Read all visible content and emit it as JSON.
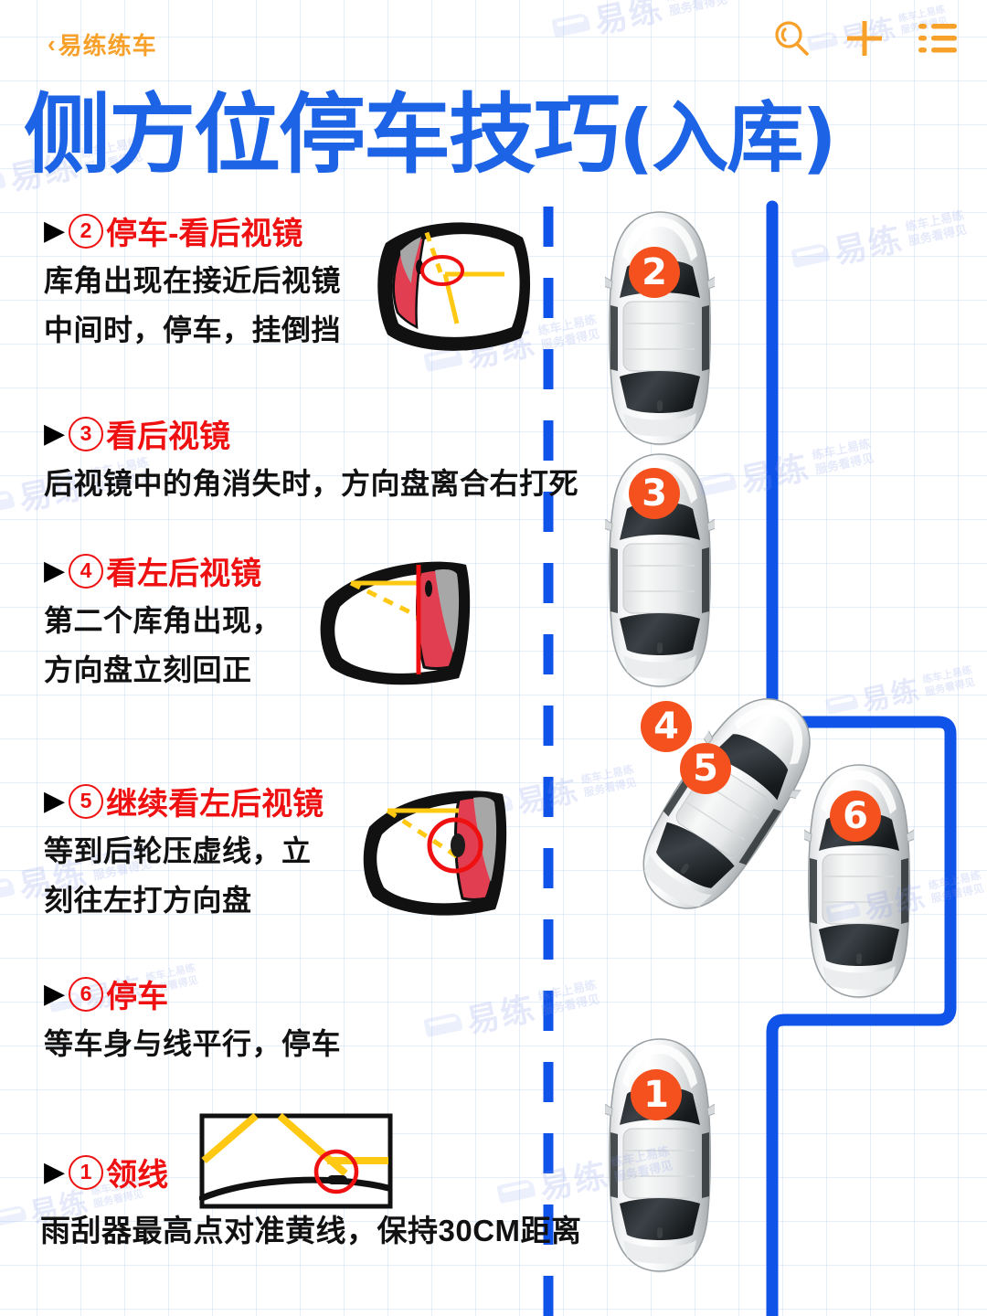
{
  "header": {
    "back_label": "易练练车",
    "back_chevron": "‹",
    "icons": [
      {
        "name": "search-icon",
        "glyph": "search"
      },
      {
        "name": "plus-icon",
        "glyph": "plus"
      },
      {
        "name": "menu-list-icon",
        "glyph": "list"
      }
    ],
    "accent_color": "#f7a02a"
  },
  "title": {
    "main": "侧方位停车技巧",
    "suffix": "(入库)",
    "color": "#1d63e6"
  },
  "colors": {
    "step_title_red": "#ef1111",
    "body_black": "#111111",
    "badge_orange": "#f4511e",
    "line_blue": "#1053e8",
    "grid_blue": "#aac8eb",
    "mirror_red": "#e23e52",
    "guide_yellow": "#ffc812"
  },
  "steps": [
    {
      "num": "②",
      "title": "停车-看后视镜",
      "body": "库角出现在接近后视镜\n中间时，停车，挂倒挡"
    },
    {
      "num": "③",
      "title": "看后视镜",
      "body": "后视镜中的角消失时，方向盘离合右打死"
    },
    {
      "num": "④",
      "title": "看左后视镜",
      "body": "第二个库角出现，\n方向盘立刻回正"
    },
    {
      "num": "⑤",
      "title": "继续看左后视镜",
      "body": "等到后轮压虚线，立\n刻往左打方向盘"
    },
    {
      "num": "⑥",
      "title": "停车",
      "body": "等车身与线平行，停车"
    },
    {
      "num": "①",
      "title": "领线",
      "body": "雨刮器最高点对准黄线，保持30CM距离"
    }
  ],
  "step_numbers": {
    "two": "2",
    "three": "3",
    "four": "4",
    "five": "5",
    "six": "6",
    "one": "1"
  },
  "cars": [
    {
      "badge": "2",
      "name": "car-position-2"
    },
    {
      "badge": "3",
      "name": "car-position-3"
    },
    {
      "badge": "4",
      "name": "car-position-4"
    },
    {
      "badge": "5",
      "name": "car-position-5"
    },
    {
      "badge": "6",
      "name": "car-position-6"
    },
    {
      "badge": "1",
      "name": "car-position-1"
    }
  ],
  "watermark": {
    "brand": "易练",
    "line1": "练车上易练",
    "line2": "服务看得见"
  }
}
